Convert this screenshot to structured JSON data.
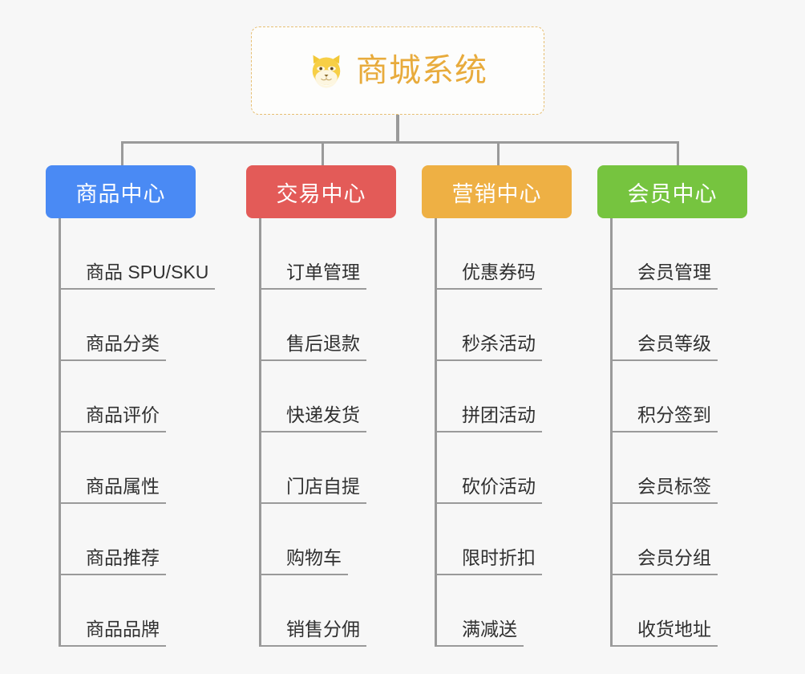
{
  "diagram": {
    "type": "org-chart",
    "background_color": "#f7f7f7",
    "connector_color": "#9a9a9a",
    "root": {
      "title": "商城系统",
      "icon": "shiba-dog-face-icon",
      "text_color": "#e8ab3c",
      "border_color": "#e7bf73",
      "background_color": "#fdfdfc"
    },
    "branches": [
      {
        "label": "商品中心",
        "color": "#4a8af4",
        "items": [
          "商品 SPU/SKU",
          "商品分类",
          "商品评价",
          "商品属性",
          "商品推荐",
          "商品品牌"
        ]
      },
      {
        "label": "交易中心",
        "color": "#e35b58",
        "items": [
          "订单管理",
          "售后退款",
          "快递发货",
          "门店自提",
          "购物车",
          "销售分佣"
        ]
      },
      {
        "label": "营销中心",
        "color": "#eeb044",
        "items": [
          "优惠券码",
          "秒杀活动",
          "拼团活动",
          "砍价活动",
          "限时折扣",
          "满减送"
        ]
      },
      {
        "label": "会员中心",
        "color": "#76c43f",
        "items": [
          "会员管理",
          "会员等级",
          "积分签到",
          "会员标签",
          "会员分组",
          "收货地址"
        ]
      }
    ]
  }
}
